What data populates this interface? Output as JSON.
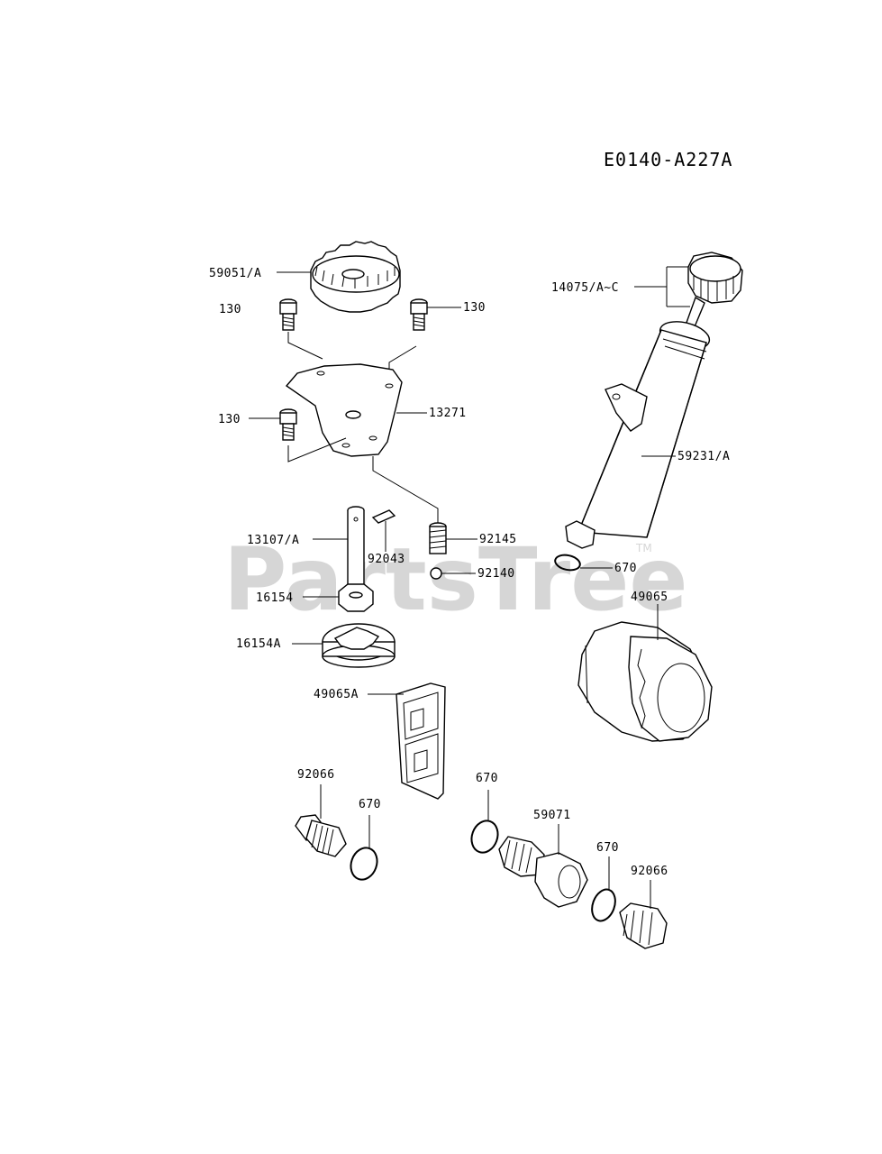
{
  "diagram": {
    "code": "E0140-A227A",
    "watermark": "PartsTree",
    "trademark": "TM"
  },
  "labels": {
    "p59051": "59051/A",
    "p130_a": "130",
    "p130_b": "130",
    "p130_c": "130",
    "p13271": "13271",
    "p13107": "13107/A",
    "p92043": "92043",
    "p92145": "92145",
    "p92140": "92140",
    "p16154": "16154",
    "p16154a": "16154A",
    "p49065a": "49065A",
    "p92066_a": "92066",
    "p670_a": "670",
    "p670_b": "670",
    "p59071": "59071",
    "p670_c": "670",
    "p92066_b": "92066",
    "p14075": "14075/A~C",
    "p59231": "59231/A",
    "p670_d": "670",
    "p49065": "49065"
  }
}
